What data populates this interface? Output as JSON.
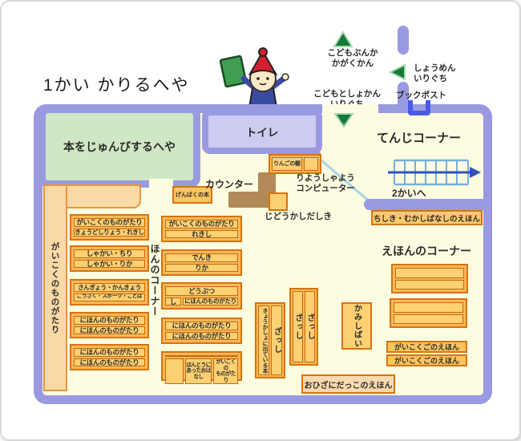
{
  "title": "1かい かりるへや",
  "outside": {
    "culture_hall": "こどもぶんか\nかがくかん",
    "main_entrance": "しょうめん\nいりぐち",
    "library_entrance": "こどもとしょかん\nいりぐち",
    "book_post": "ブックポスト"
  },
  "rooms": {
    "prep_room": "本をじゅんびするへや",
    "toilet": "トイレ",
    "display_corner": "てんじコーナー",
    "to_2f": "2かいへ",
    "picture_book_corner": "えほんのコーナー",
    "book_corner": "ほんのコーナー"
  },
  "counter": {
    "label": "カウンター",
    "apple_shelf": "りんごの棚",
    "computer": "りようしゃよう\nコンピューター",
    "checkout": "じどうかしだしき",
    "genbaku": "げんばくの本"
  },
  "wall_shelf": "がいこくのものがたり",
  "col1": [
    {
      "top": "がいこくのものがたり",
      "bottom": "きょうどしりょう・れきし"
    },
    {
      "top": "しゃかい・ちり",
      "bottom": "しゃかい・りか"
    },
    {
      "top": "さんぎょう・かんきょう",
      "bottom": "こうさく・スポーツ・ことば"
    },
    {
      "top": "にほんのものがたり",
      "bottom": "にほんのものがたり"
    },
    {
      "top": "にほんのものがたり",
      "bottom": "にほんのものがたり"
    }
  ],
  "col2": [
    {
      "top": "がいこくのものがたり",
      "bottom": "れきし"
    },
    {
      "top": "でんき",
      "bottom": "りか"
    },
    {
      "top": "どうぶつ",
      "bottom_small": "し",
      "bottom_rest": "にほんのものがたり"
    },
    {
      "top": "にほんのものがたり",
      "bottom": "にほんのものがたり"
    },
    {
      "top": "にほんのものがたり",
      "bottom_mid": "ほんとうに\nあったおはなし",
      "bottom_right": "がいこくの\nものがたり"
    }
  ],
  "vshelves": {
    "textbook": "きょうかしょに出ている本",
    "zasshi_a": "ざっし",
    "zasshi_b": "ざっし",
    "zasshi_c": "ざっし",
    "kamishibai": "かみしばい"
  },
  "right_shelves": {
    "chishiki": "ちしき・むかしばなしのえほん",
    "gaikokugo_top": "がいこくごのえほん",
    "gaikokugo_bottom": "がいこくごのえほん",
    "ohiza": "おひざにだっこのえほん"
  },
  "palette": {
    "wall_purple": "#9a9ae0",
    "room_fill": "#fdfbe0",
    "toilet_fill": "#ccccf2",
    "prep_room_green": "#cfe7c3",
    "shelf_border": "#d8730f",
    "shelf_fill": "#f6b95a",
    "shelf_row_fill": "#fdd172",
    "peach_fill": "#fbd9a6",
    "peach_border": "#e8963c",
    "counter_brown": "#b18a58",
    "arrow_green": "#157a38",
    "stairs_rail_blue": "#74b0dc",
    "stairs_arrow_blue": "#3050bb",
    "bookpost_blue": "#4a5ae8",
    "partition_line_blue": "#a8d4ea"
  }
}
